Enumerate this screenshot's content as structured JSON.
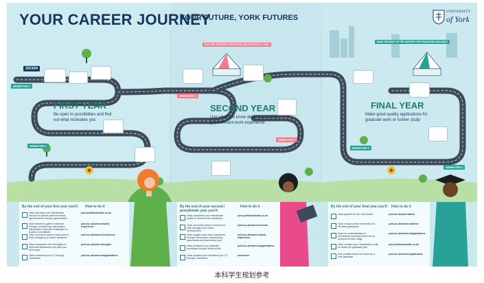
{
  "header": {
    "title": "YOUR CAREER JOURNEY",
    "subtitle": "YOUR FUTURE, YORK FUTURES",
    "logo": {
      "line1": "UNIVERSITY",
      "line2": "of York"
    }
  },
  "years": [
    {
      "heading": "FIRST YEAR",
      "description": "Be open to possibilities and find out what motivates you."
    },
    {
      "heading": "SECOND YEAR",
      "description": "Use what you know about yourself to gain relevant work experience"
    },
    {
      "heading": "FINAL YEAR",
      "description": "Make good quality applications for graduate work or further study"
    }
  ],
  "checklists": [
    {
      "heading": "By the end of your first year you'll:",
      "how_heading": "How to do it",
      "rows": [
        {
          "text": "Have activated your Handshake account to access careers events, appointments and job opportunities",
          "link": "york.joinhandshake.co.uk"
        },
        {
          "text": "Have started to gather evidence through volunteering, internships, internships, employer challenges or student committees",
          "link": "york.ac.uk/careers/work-experience"
        },
        {
          "text": "Have accessed careers resources to help manage your career decisions",
          "link": "york.ac.uk/careers/resources"
        },
        {
          "text": "Have completed York Strengths to build self-awareness and plan your next steps",
          "link": "york.ac.uk/york-strengths"
        },
        {
          "text": "Have reviewed your CV through Careertree",
          "link": "york.ac.uk/careers/applications"
        }
      ]
    },
    {
      "heading": "By the end of your second / penultimate year you'll:",
      "how_heading": "How to do it",
      "rows": [
        {
          "text": "Have completed your Handshake profile to connect with employers",
          "link": "york.joinhandshake.co.uk"
        },
        {
          "text": "Have accessed careers sessions to help manage your career development",
          "link": "york.ac.uk/careers/events"
        },
        {
          "text": "Have sought more work experience through internships, volunteering, placements and placement year",
          "link": "york.ac.uk/careers/work-experience"
        },
        {
          "text": "Have practised your interview technique through ShortList.Me",
          "link": "york.ac.uk/careers/applications"
        },
        {
          "text": "Have updated and refreshed your CV through Careertree",
          "link": "careertree"
        }
      ]
    },
    {
      "heading": "By the end of your final year you'll:",
      "how_heading": "How to do it",
      "rows": [
        {
          "text": "Have applied for the York Award",
          "link": "york.ac.uk/york-award"
        },
        {
          "text": "Have a clear sense of direction for life after graduation",
          "link": "york.ac.uk/careers/advice"
        },
        {
          "text": "Have an understanding of recruitment processes and how to succeed at each stage",
          "link": "york.ac.uk/careers/applications"
        },
        {
          "text": "Have created your Handshake profile to create the graduate jobs",
          "link": "york.joinhandshake.co.uk"
        },
        {
          "text": "Feel positive about the future as a York graduate",
          "link": "york.ac.uk/careers/graduates"
        }
      ]
    }
  ],
  "labels": {
    "semester1": "SEMESTER 1",
    "semester2": "SEMESTER 2",
    "semester3": "SEMESTER 3",
    "year_chip": "2023/24",
    "mid_banner": "EXPLORE DIFFERENT EMPLOYERS AND SECTORS AT YORK",
    "final_banner": "MAKE THE MOST OF THE SUPPORT FOR GRADUATES AVAILABLE"
  },
  "caption": "本科学生规划参考",
  "colors": {
    "background": "#c9e9ef",
    "navy": "#14365c",
    "teal": "#1b7f6e",
    "road": "#3d4a59",
    "pink": "#f47c8a",
    "grass": "#5fb04a"
  }
}
